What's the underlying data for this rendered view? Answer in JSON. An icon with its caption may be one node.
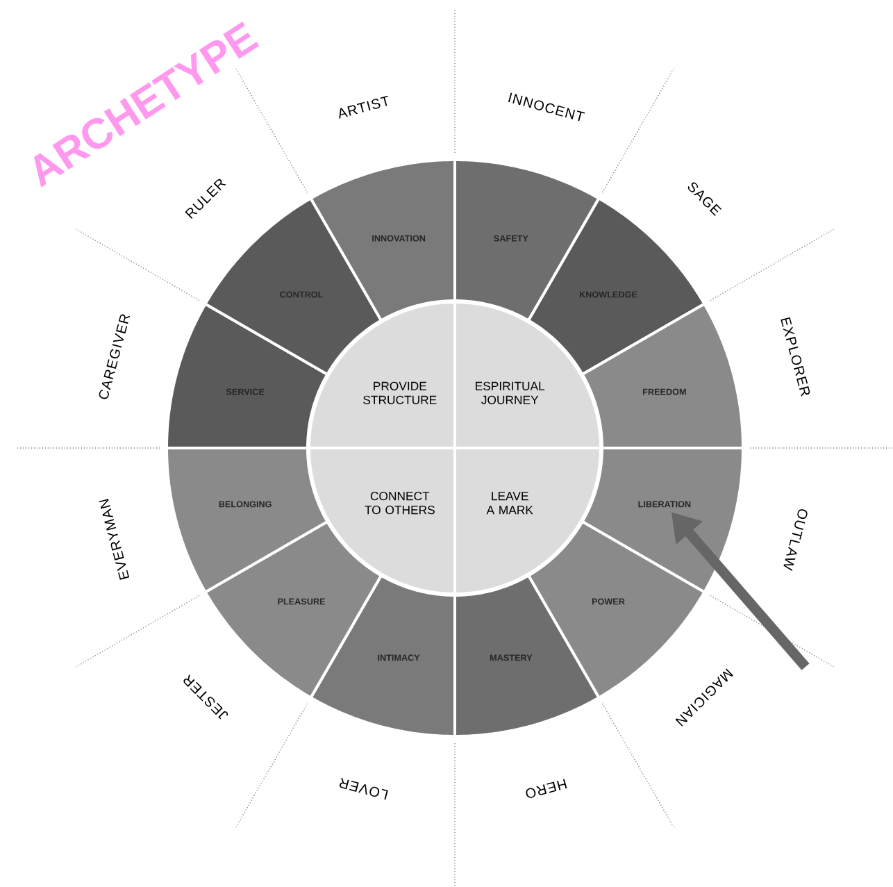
{
  "diagram": {
    "title": "ARCHETYPE",
    "nodes": [
      {
        "text": [
          "PROVIDE STRUCTURE"
        ]
      },
      {
        "text": [
          "ESPIRITUAL JOURNEY"
        ]
      },
      {
        "text": [
          "CONNECT TO OTHERS"
        ]
      },
      {
        "text": [
          "LEAVE A MARK"
        ]
      },
      {
        "text": [
          "SAFETY"
        ]
      },
      {
        "text": [
          "KNOWLEDGE"
        ]
      },
      {
        "text": [
          "FREEDOM"
        ]
      },
      {
        "text": [
          "LIBERATION"
        ]
      },
      {
        "text": [
          "POWER"
        ]
      },
      {
        "text": [
          "MASTERY"
        ]
      },
      {
        "text": [
          "INTIMACY"
        ]
      },
      {
        "text": [
          "PLEASURE"
        ]
      },
      {
        "text": [
          "BELONGING"
        ]
      },
      {
        "text": [
          "SERVICE"
        ]
      },
      {
        "text": [
          "CONTROL"
        ]
      },
      {
        "text": [
          "INNOVATION"
        ]
      }
    ],
    "edges": [
      {
        "from": null,
        "to": 7,
        "arrow": "to"
      }
    ],
    "labels": [
      "ARTIST",
      "INNOCENT",
      "RULER",
      "SAGE",
      "CAREGIVER",
      "EXPLORER",
      "EVERYMAN",
      "OUTLAW",
      "JESTER",
      "MAGICIAN",
      "LOVER",
      "HERO"
    ]
  }
}
